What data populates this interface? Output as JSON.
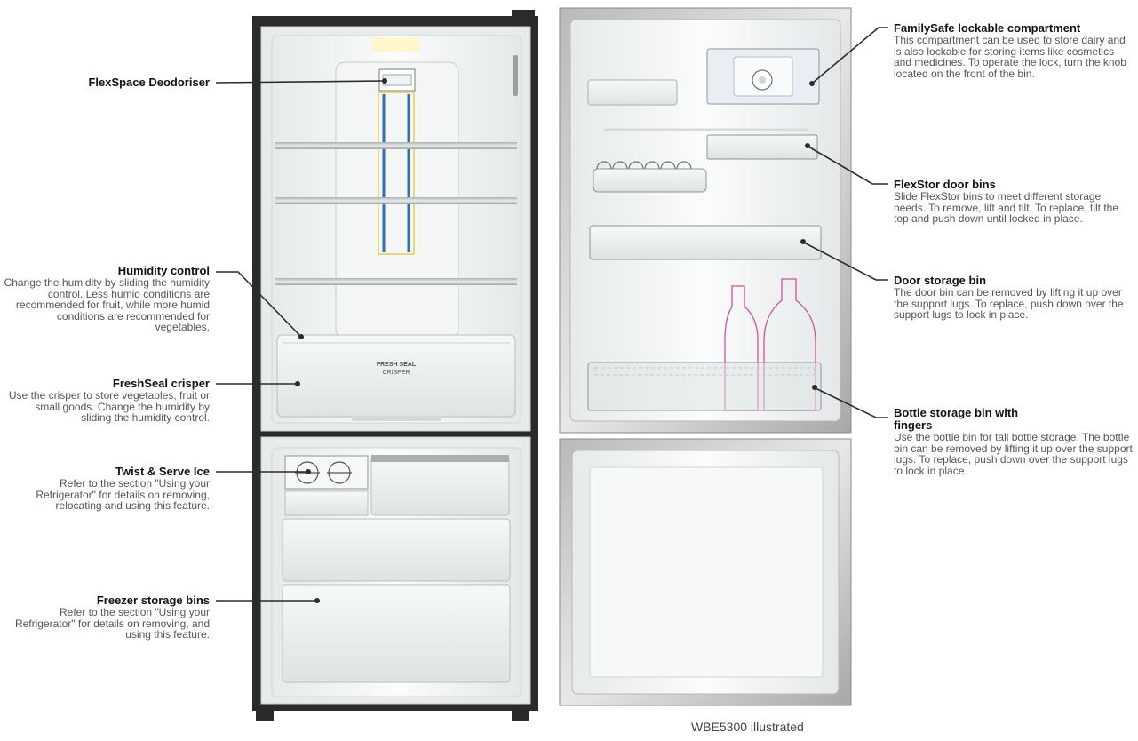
{
  "labels": {
    "flexspace": {
      "title": "FlexSpace Deodoriser",
      "desc": ""
    },
    "humidity": {
      "title": "Humidity control",
      "desc": "Change the humidity by sliding the humidity control. Less humid conditions are recommended for fruit, while more humid conditions are recommended for vegetables."
    },
    "freshseal": {
      "title": "FreshSeal crisper",
      "desc": "Use the crisper to store vegetables, fruit or small goods. Change the humidity by sliding the humidity control."
    },
    "twist": {
      "title": "Twist & Serve Ice",
      "desc": "Refer to the section \"Using your Refrigerator\" for details on removing, relocating and using this feature."
    },
    "freezer": {
      "title": "Freezer storage bins",
      "desc": "Refer to the section \"Using your Refrigerator\" for details on removing, and using this feature."
    },
    "familysafe": {
      "title": "FamilySafe lockable compartment",
      "desc": "This compartment can be used to store dairy and is also lockable for storing items like cosmetics and medicines. To operate the lock, turn the knob located on the front of the bin."
    },
    "flexstor": {
      "title": "FlexStor door bins",
      "desc": "Slide FlexStor bins to meet different storage needs. To remove, lift and tilt. To replace, tilt the top and push down until locked in place."
    },
    "doorbin": {
      "title": "Door storage bin",
      "desc": "The door bin can be removed by lifting it up over the support lugs. To replace, push down over the support lugs to lock in place."
    },
    "bottle": {
      "title": "Bottle storage bin with fingers",
      "desc": "Use the bottle bin for tall bottle storage. The bottle bin can be removed by lifting it up over the support lugs. To replace, push down over the support lugs to lock in place."
    }
  },
  "crisper_print": {
    "line1": "FRESH SEAL",
    "line2": "CRISPER"
  },
  "caption": "WBE5300 illustrated",
  "colors": {
    "frame": "#2b2b2b",
    "door_steel": "#9a9a9a",
    "liner": "#f1f3f3",
    "shelf": "#c8cccc",
    "bottle": "#d64f9a",
    "duct_blue": "#2f6fb5",
    "duct_yellow": "#e8cf4a"
  }
}
